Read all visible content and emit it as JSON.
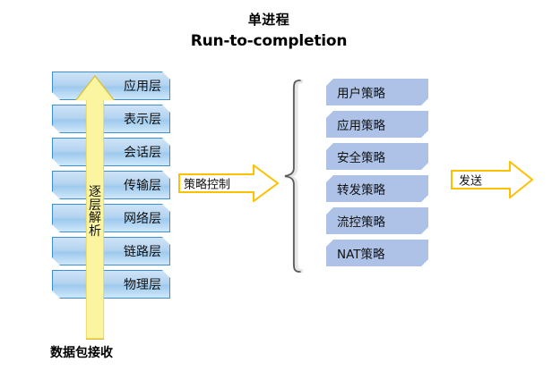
{
  "title": {
    "line_cn": "单进程",
    "line_en": "Run-to-completion"
  },
  "osi_stack": {
    "name": "protocol-layer-stack",
    "layers": [
      {
        "label": "应用层"
      },
      {
        "label": "表示层"
      },
      {
        "label": "会话层"
      },
      {
        "label": "传输层"
      },
      {
        "label": "网络层"
      },
      {
        "label": "链路层"
      },
      {
        "label": "物理层"
      }
    ]
  },
  "up_arrow": {
    "text_chars": [
      "逐",
      "层",
      "解",
      "析"
    ],
    "full_text": "逐层解析",
    "fill_color": "#fbf4a0",
    "border_color": "#d9bf35"
  },
  "bottom_caption": {
    "label": "数据包接收"
  },
  "middle_arrow": {
    "label": "策略控制",
    "fill_color": "#ffffff",
    "border_color": "#ffc000"
  },
  "brace": {
    "name": "left-curly-brace",
    "color": "#595959"
  },
  "policy_stack": {
    "name": "policy-list",
    "items": [
      {
        "label": "用户策略"
      },
      {
        "label": "应用策略"
      },
      {
        "label": "安全策略"
      },
      {
        "label": "转发策略"
      },
      {
        "label": "流控策略"
      },
      {
        "label": "NAT策略"
      }
    ],
    "fill_color": "#adc2e6"
  },
  "right_arrow": {
    "label": "发送",
    "fill_color": "#ffffff",
    "border_color": "#ffc000"
  },
  "colors": {
    "layer_border": "#3d8fd4",
    "layer_fill_top": "#cfe3f7",
    "layer_fill_mid": "#9ecaee",
    "accent_gold": "#ffc000",
    "background": "#ffffff"
  }
}
